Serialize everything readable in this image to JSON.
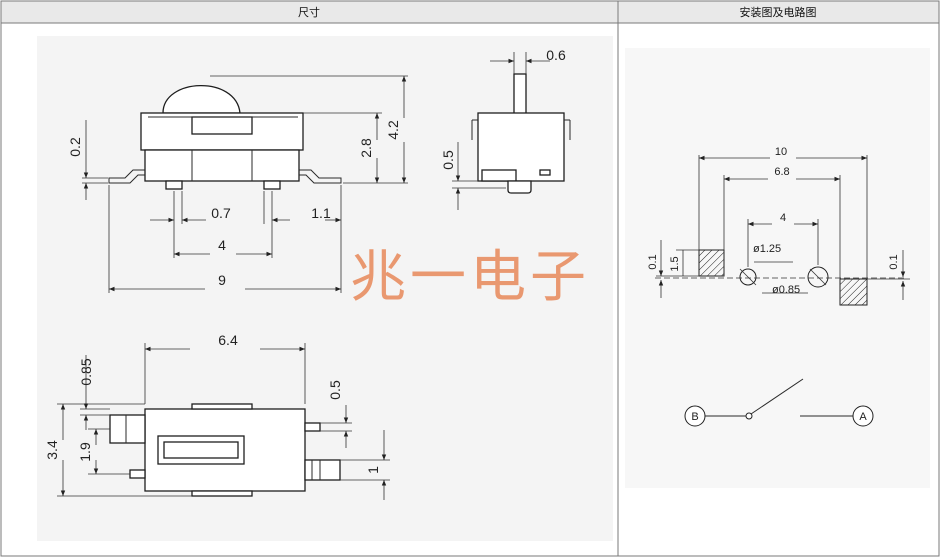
{
  "header": {
    "left_title": "尺寸",
    "right_title": "安装图及电路图"
  },
  "watermark": "兆一电子",
  "dimensions": {
    "front": {
      "d_0_2": "0.2",
      "d_0_7": "0.7",
      "d_1_1": "1.1",
      "d_4": "4",
      "d_9": "9",
      "d_2_8": "2.8",
      "d_4_2": "4.2"
    },
    "side": {
      "d_0_6": "0.6",
      "d_0_5": "0.5"
    },
    "top": {
      "d_6_4": "6.4",
      "d_0_85": "0.85",
      "d_3_4": "3.4",
      "d_1_9": "1.9",
      "d_0_5": "0.5",
      "d_1": "1"
    },
    "footprint": {
      "d_10": "10",
      "d_6_8": "6.8",
      "d_4": "4",
      "d_0_1_left": "0.1",
      "d_1_5": "1.5",
      "d_0_1_right": "0.1",
      "hole_large": "ø1.25",
      "hole_small": "ø0.85"
    }
  },
  "circuit": {
    "terminal_b": "B",
    "terminal_a": "A"
  }
}
